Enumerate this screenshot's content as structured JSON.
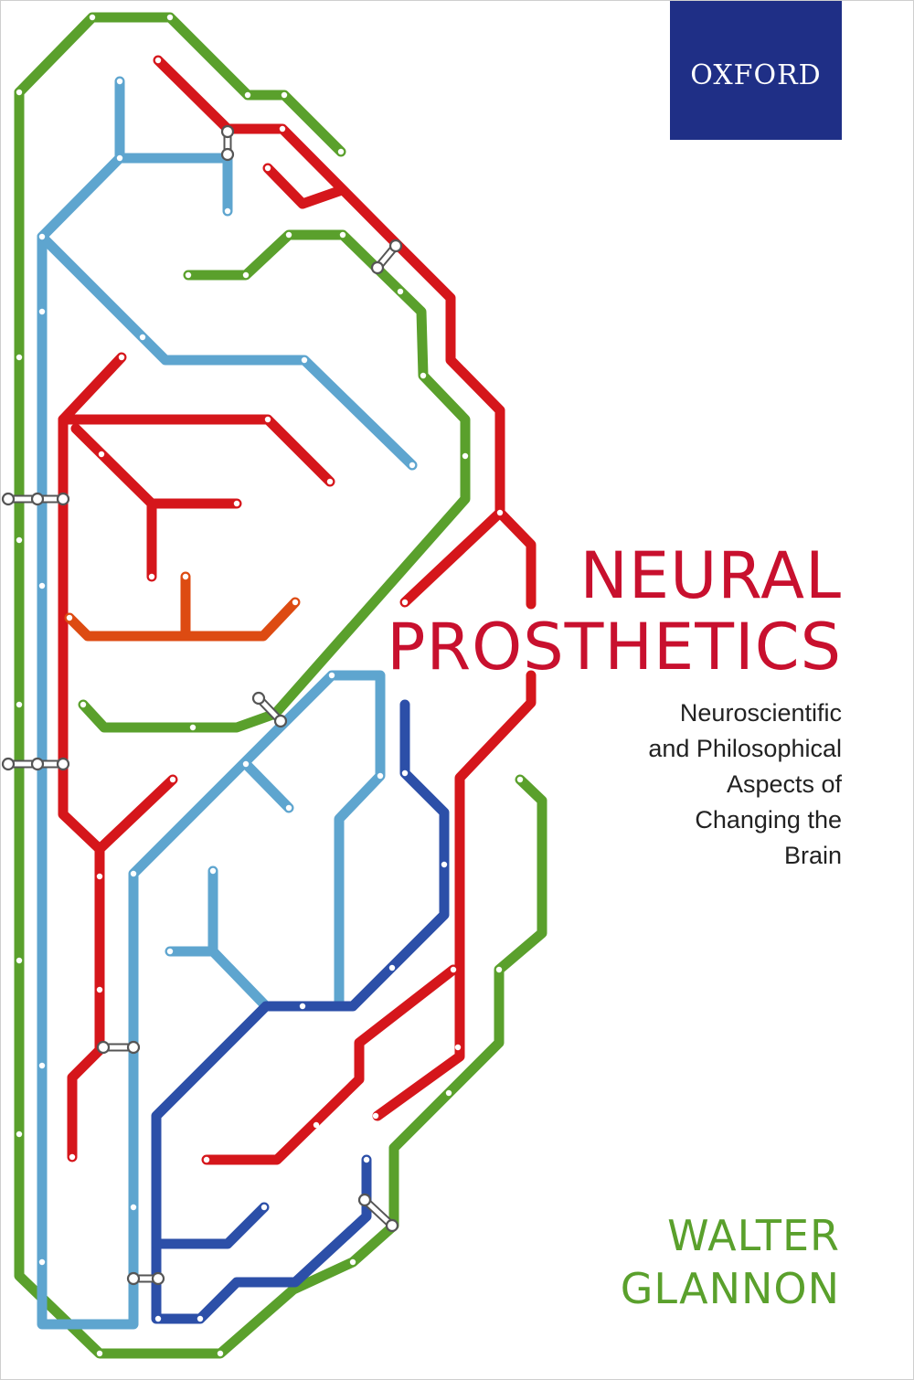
{
  "publisher": {
    "name": "OXFORD",
    "badge_color": "#1f2f86",
    "text_color": "#ffffff"
  },
  "title": {
    "lines": [
      "NEURAL",
      "PROSTHETICS"
    ],
    "color": "#c8102e"
  },
  "subtitle": {
    "lines": [
      "Neuroscientific",
      "and Philosophical",
      "Aspects of",
      "Changing the",
      "Brain"
    ]
  },
  "author": {
    "lines": [
      "WALTER",
      "GLANNON"
    ],
    "color": "#5aa02c"
  },
  "artwork": {
    "description_icon": "brain-subway-map-illustration",
    "line_colors": {
      "green": "#5aa02c",
      "red": "#d5161b",
      "light_blue": "#5ea5cf",
      "dark_blue": "#2c4fa8",
      "orange": "#dd4b12"
    }
  }
}
